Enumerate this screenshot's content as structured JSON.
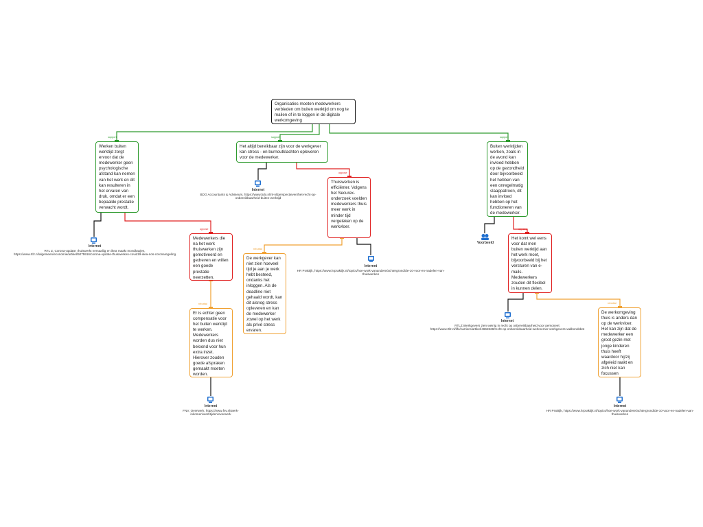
{
  "colors": {
    "pro": "#2e9a2e",
    "con": "#e02020",
    "rebuttal": "#f0a030",
    "neutral": "#111111",
    "icon": "#1f6fd0"
  },
  "labels": {
    "support": "support",
    "oppose": "oppose",
    "rebuttal": "rebuttal"
  },
  "root": {
    "text": "Organisaties moeten medewerkers verbieden om buiten werktijd om nog te mailen of in te loggen in de digitale werkomgeving"
  },
  "nodes": {
    "pro1": {
      "text": "Werken buiten werktijd  zorgt ervoor dat de medewerker geen psychologische afstand kan nemen van het werk en dit kan resulteren in het ervaren van druk, omdat er een bepaalde prestatie verwacht wordt."
    },
    "pro2": {
      "text": "Het altijd bereikbaar zijn voor de werkgever kan stress - en burnoutklachten opleveren voor de medewerker."
    },
    "pro3": {
      "text": "Buiten werktijden werken, zoals in de avond kan invloed hebben op de gezondheid door bijvoorbeeld  het hebben van een onregelmatig slaappatroon, dit kan invloed hebben op het functioneren van de medewerker."
    },
    "con1": {
      "text": "Medewerkers die na het werk thuiswerken zijn gemotiveerd en gedreven en willen een goede prestatie neerzetten."
    },
    "con2": {
      "text": "Thuiswerken is efficiënter. Volgens het Securex-onderzoek voelden medewerkers thuis meer werk in minder tijd vergeleken op de werkvloer."
    },
    "con3": {
      "text": "Het komt wel eens voor dat men buiten werktijd aan het werk moet, bijvoorbeeld bij het versturen van e-mails. Medewerkers zouden dit flexibel in kunnen delen."
    },
    "reb1": {
      "text": "Er is echter geen compensatie voor het buiten werktijd te werken. Medewerkers worden dus niet beloond voor hun extra inzet. Hierover zouden goede afspraken gemaakt moeten worden."
    },
    "reb2": {
      "text": "De werkgever kan niet zien hoeveel tijd je aan je werk hebt besteed, ondanks het inloggen. Als de deadline niet gehaald wordt, kan dit alsnog stress opleveren en kan de medewerker zowel op het werk als privé stress ervaren."
    },
    "reb3": {
      "text": "De werkomgeving thuis is anders dan op de werkvloer. Het kan zijn dat de medewerker een groot gezin met jonge kinderen thuis heeft waardoor hij/zij afgeleid raakt en zich niet kan focussen"
    }
  },
  "sources": {
    "s_pro1": {
      "title": "Internet",
      "text": "RTL Z, Corona-update: thuiswerkt nemaaliig en ikea maakt mondkapjes, https://www.rtlz.nl/algemeen/economie/artikel/5075916/corona-update-thuiswerken-covid19-ikea-nos-coronaregeling"
    },
    "s_pro2": {
      "title": "Internet",
      "text": "BDO Accountants & Adviseurs, https://www.bdo.nl/nl-nl/perspectieven/het-recht-op-onbereikbaarheid-buiten-werktijd"
    },
    "s_con2": {
      "title": "Internet",
      "text": "HR Praktijk, https://www.hrpraktijk.nl/topics/hoe-work-vanandere/achtergrond/de-10-voor-en-nadelen-van-thuiswerken"
    },
    "s_pro3": {
      "title": "Voorbeeld",
      "text": ""
    },
    "s_con3": {
      "title": "Internet",
      "text": "RTLZ,Werkgevers zien weinig in recht op onbereikbaarheid voor personeel, https://www.rtlz.nl/life/carriere/artikel/4662628/recht-op-onbereikbaarheid-werknemer-werkgevers-vakbondsbot"
    },
    "s_reb1": {
      "title": "Internet",
      "text": "FNV, Overwerk, https://www.fnv.nl/werk-inkomen/werktijden/overwerk"
    },
    "s_reb3": {
      "title": "Internet",
      "text": "HR Praktijk, https://www.hrpraktijk.nl/topics/hoe-work-vanandere/achtergrond/de-10-voor-en-nadelen-van-thuiswerken"
    }
  }
}
